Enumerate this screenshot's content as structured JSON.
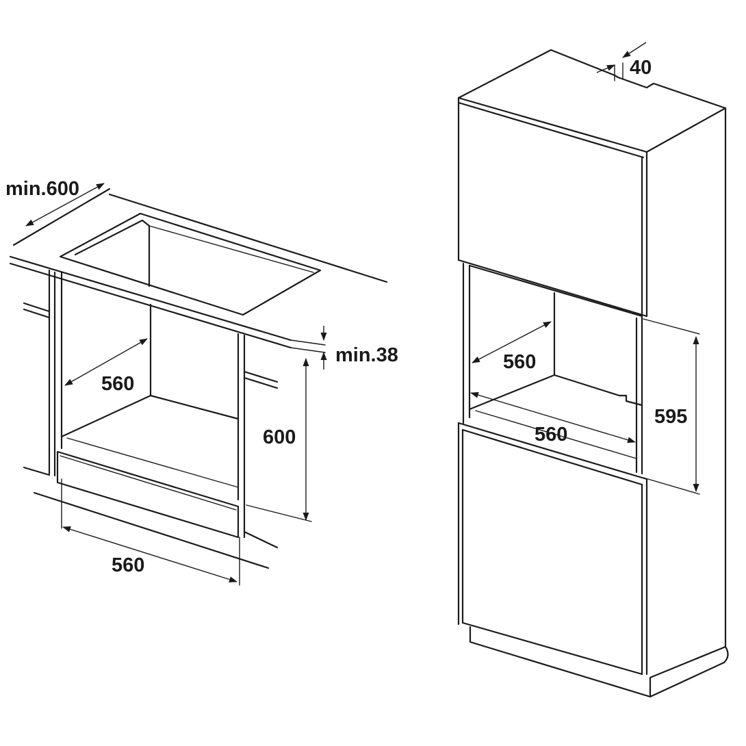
{
  "labels": {
    "worktop_depth": "min.600",
    "worktop_thickness": "min.38",
    "under_counter_depth": "560",
    "under_counter_height": "600",
    "under_counter_width": "560",
    "top_clearance": "40",
    "column_depth": "560",
    "column_width": "560",
    "column_height": "595"
  }
}
